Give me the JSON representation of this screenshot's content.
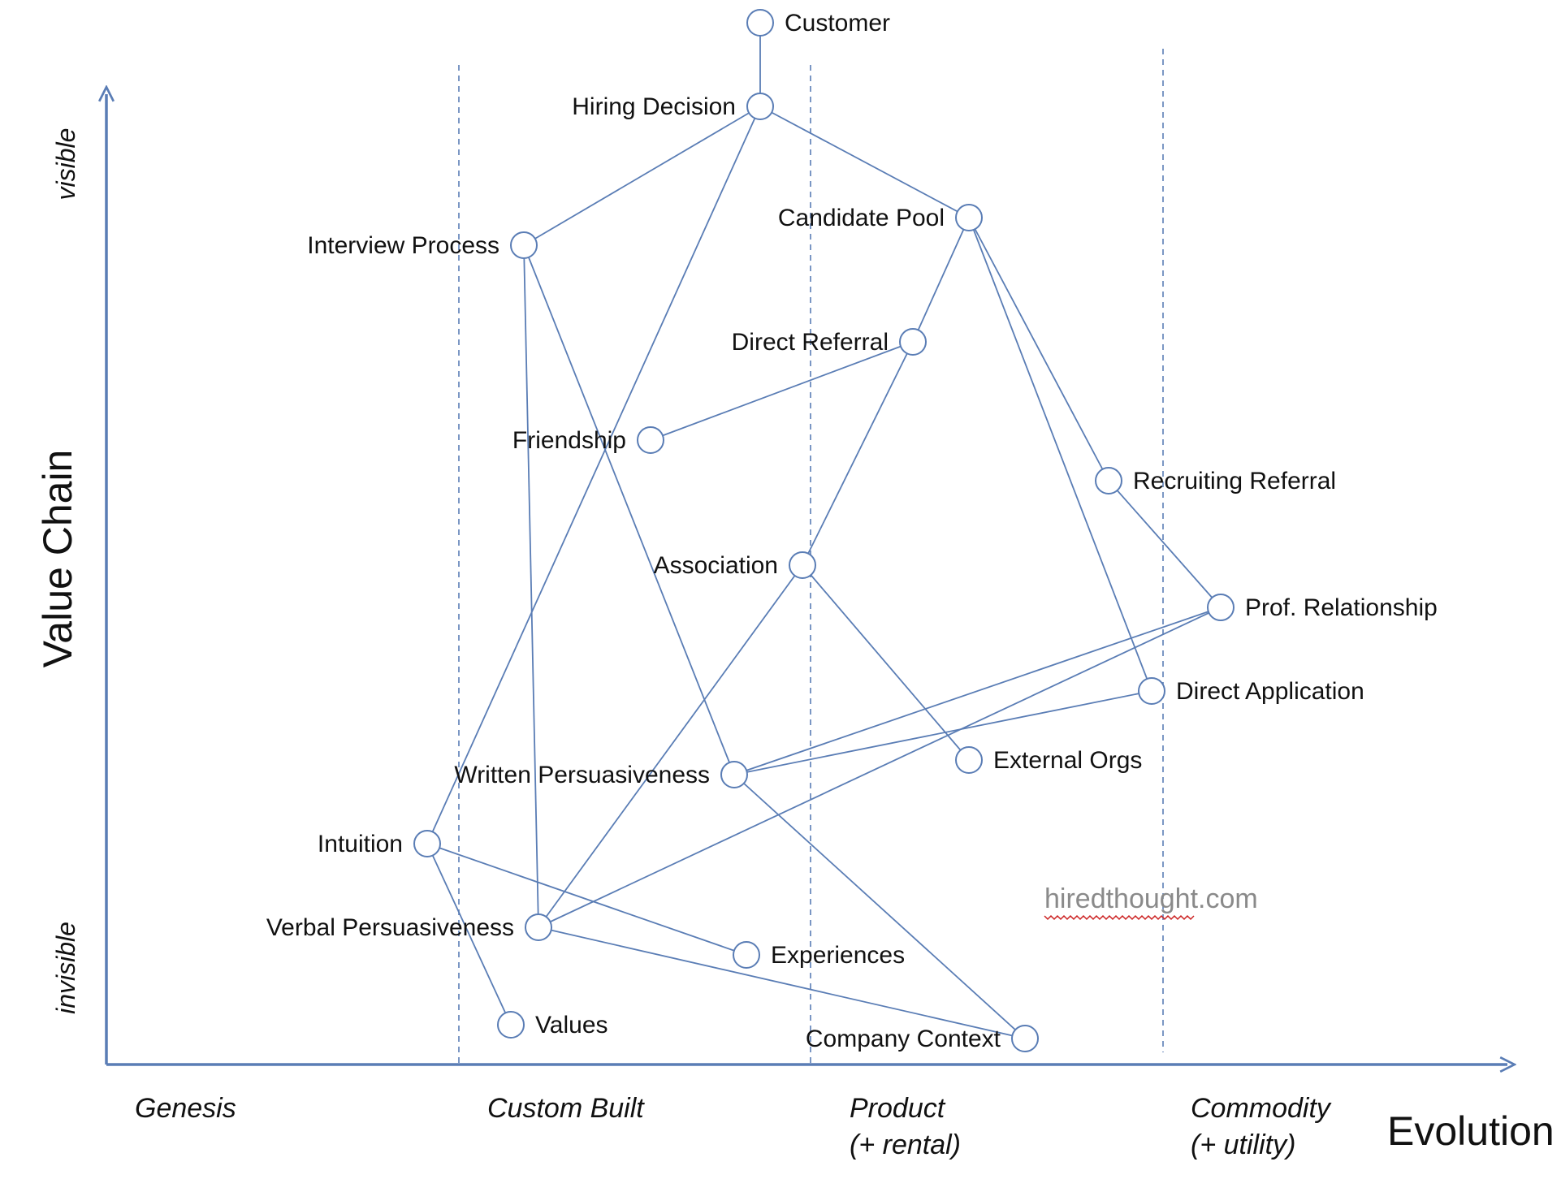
{
  "map": {
    "y_axis_title": "Value Chain",
    "x_axis_title": "Evolution",
    "visibility_high": "visible",
    "visibility_low": "invisible",
    "stages": [
      {
        "id": "genesis",
        "lines": [
          "Genesis"
        ]
      },
      {
        "id": "custom",
        "lines": [
          "Custom Built"
        ]
      },
      {
        "id": "product",
        "lines": [
          "Product",
          "(+ rental)"
        ]
      },
      {
        "id": "commodity",
        "lines": [
          "Commodity",
          "(+ utility)"
        ]
      }
    ],
    "watermark": "hiredthought.com",
    "colors": {
      "line": "#5a7db5",
      "axis": "#5a7db5",
      "text": "#111111",
      "watermark": "#8a8a8a",
      "spellcheck": "#cc2222"
    },
    "nodes": [
      {
        "id": "customer",
        "label": "Customer"
      },
      {
        "id": "hiring-decision",
        "label": "Hiring Decision"
      },
      {
        "id": "candidate-pool",
        "label": "Candidate Pool"
      },
      {
        "id": "interview-process",
        "label": "Interview Process"
      },
      {
        "id": "direct-referral",
        "label": "Direct Referral"
      },
      {
        "id": "friendship",
        "label": "Friendship"
      },
      {
        "id": "recruiting-referral",
        "label": "Recruiting Referral"
      },
      {
        "id": "association",
        "label": "Association"
      },
      {
        "id": "prof-relationship",
        "label": "Prof. Relationship"
      },
      {
        "id": "direct-application",
        "label": "Direct Application"
      },
      {
        "id": "external-orgs",
        "label": "External Orgs"
      },
      {
        "id": "written-persuasiveness",
        "label": "Written Persuasiveness"
      },
      {
        "id": "intuition",
        "label": "Intuition"
      },
      {
        "id": "verbal-persuasiveness",
        "label": "Verbal Persuasiveness"
      },
      {
        "id": "experiences",
        "label": "Experiences"
      },
      {
        "id": "values",
        "label": "Values"
      },
      {
        "id": "company-context",
        "label": "Company Context"
      }
    ],
    "links": [
      [
        "customer",
        "hiring-decision"
      ],
      [
        "hiring-decision",
        "interview-process"
      ],
      [
        "hiring-decision",
        "candidate-pool"
      ],
      [
        "hiring-decision",
        "intuition"
      ],
      [
        "interview-process",
        "verbal-persuasiveness"
      ],
      [
        "interview-process",
        "written-persuasiveness"
      ],
      [
        "candidate-pool",
        "direct-referral"
      ],
      [
        "candidate-pool",
        "recruiting-referral"
      ],
      [
        "candidate-pool",
        "direct-application"
      ],
      [
        "direct-referral",
        "friendship"
      ],
      [
        "direct-referral",
        "association"
      ],
      [
        "recruiting-referral",
        "prof-relationship"
      ],
      [
        "association",
        "verbal-persuasiveness"
      ],
      [
        "association",
        "external-orgs"
      ],
      [
        "prof-relationship",
        "written-persuasiveness"
      ],
      [
        "prof-relationship",
        "verbal-persuasiveness"
      ],
      [
        "direct-application",
        "written-persuasiveness"
      ],
      [
        "written-persuasiveness",
        "company-context"
      ],
      [
        "intuition",
        "experiences"
      ],
      [
        "intuition",
        "values"
      ],
      [
        "verbal-persuasiveness",
        "company-context"
      ]
    ]
  }
}
